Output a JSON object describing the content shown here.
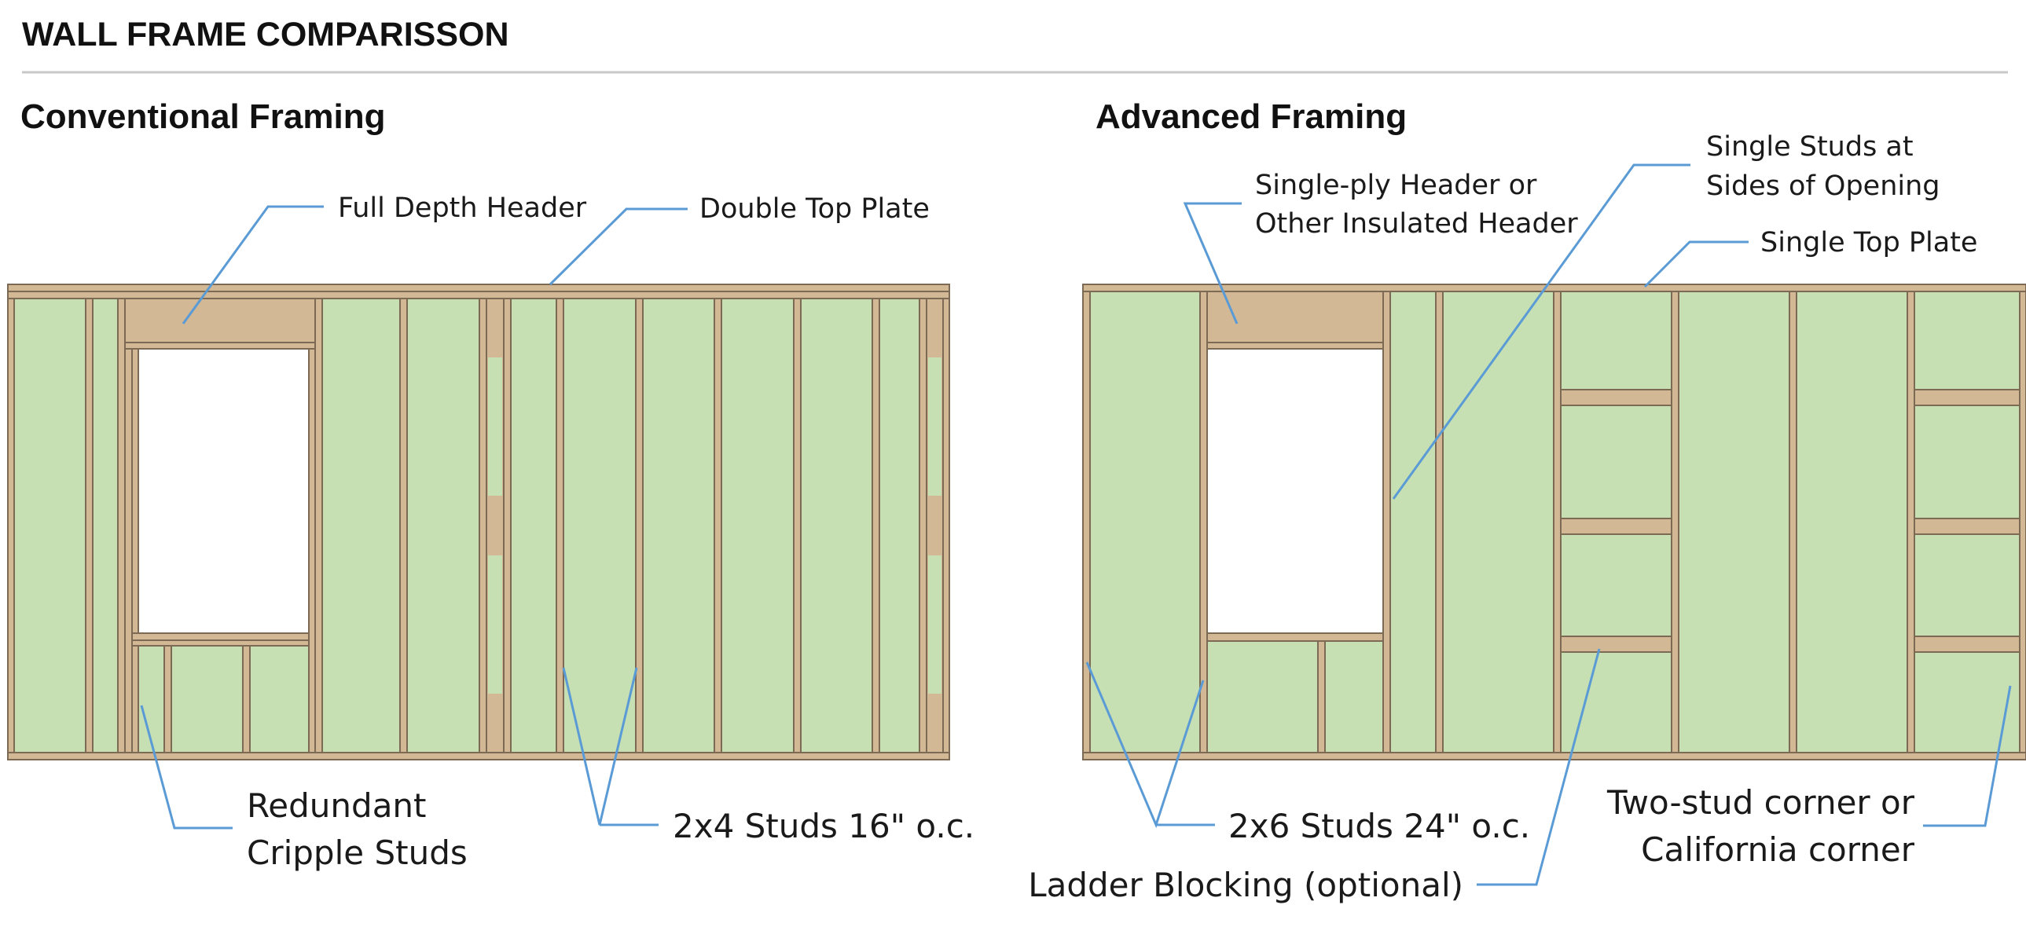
{
  "page_title": "WALL FRAME COMPARISSON",
  "colors": {
    "wood": "#d2b895",
    "insulation": "#c6e0b4",
    "leader": "#5b9bd5",
    "rule": "#c8c8c8"
  },
  "conventional": {
    "title": "Conventional Framing",
    "labels": {
      "header": "Full Depth Header",
      "top_plate": "Double Top Plate",
      "cripple_1": "Redundant",
      "cripple_2": "Cripple Studs",
      "studs": "2x4 Studs 16\" o.c."
    }
  },
  "advanced": {
    "title": "Advanced Framing",
    "labels": {
      "header_1": "Single-ply Header or",
      "header_2": "Other Insulated Header",
      "single_studs_1": "Single Studs at",
      "single_studs_2": "Sides of Opening",
      "top_plate": "Single Top Plate",
      "studs": "2x6 Studs 24\" o.c.",
      "corner_1": "Two-stud corner or",
      "corner_2": "California corner",
      "blocking": "Ladder Blocking (optional)"
    }
  }
}
